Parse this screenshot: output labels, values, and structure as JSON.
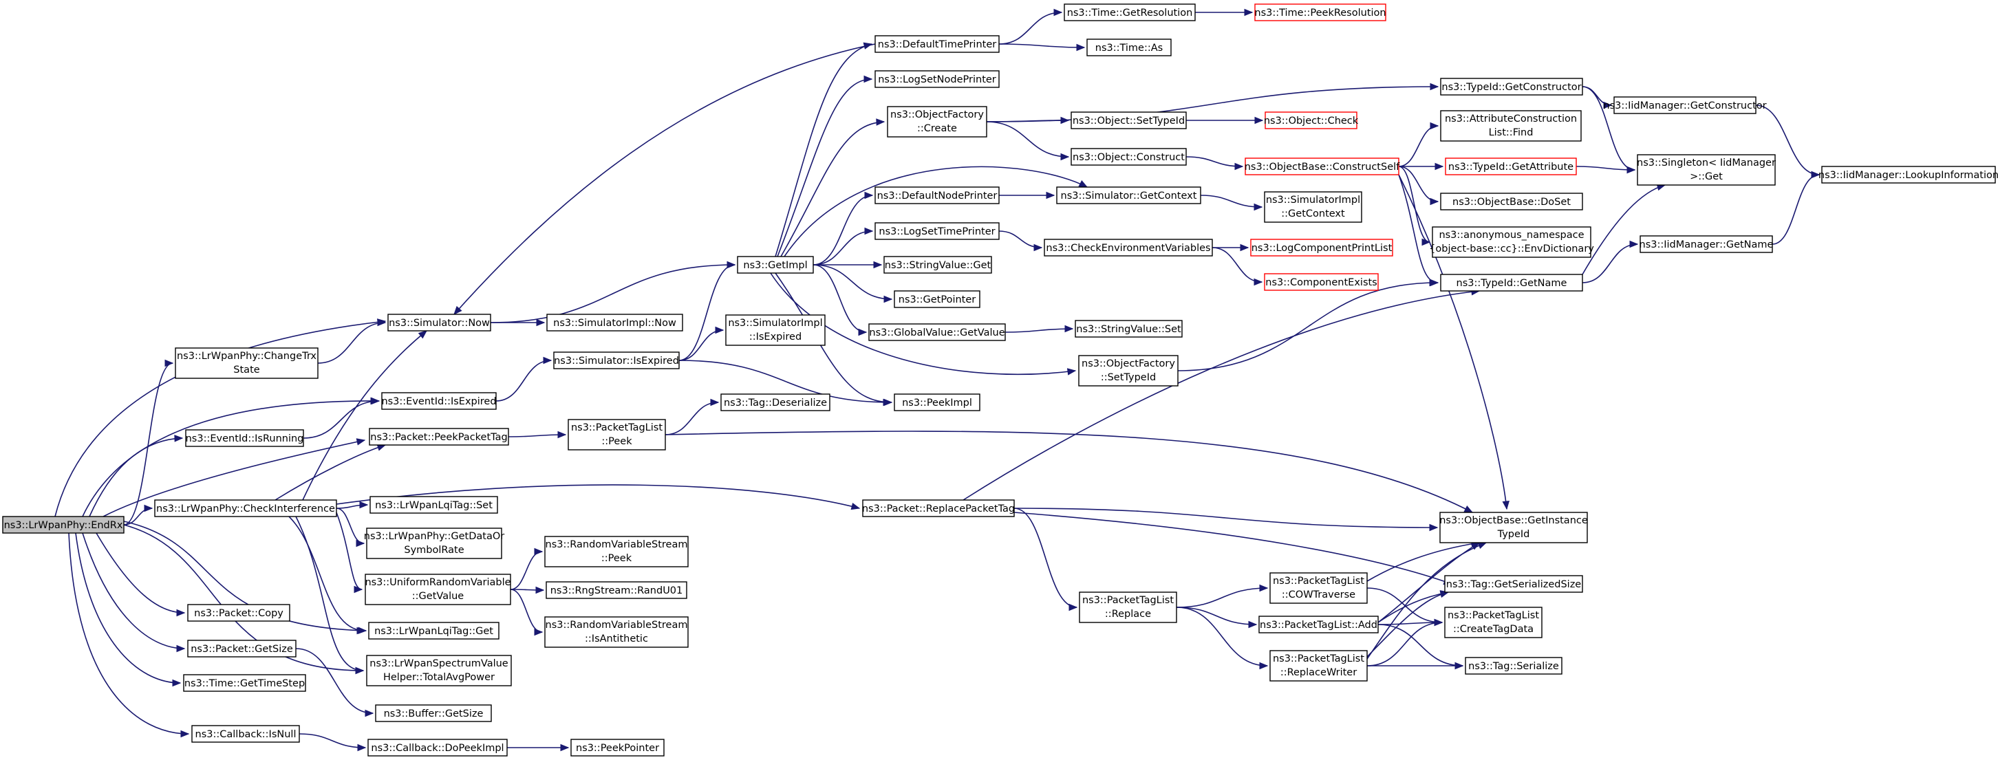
{
  "graph": {
    "colors": {
      "edge": "#191970",
      "node_border": "#000000",
      "truncated_border": "#ff0000",
      "root_fill": "#bfbfbf",
      "node_fill": "#ffffff"
    },
    "nodes": [
      {
        "id": "root",
        "label": [
          "ns3::LrWpanPhy::EndRx"
        ],
        "root": true
      },
      {
        "id": "simnow",
        "label": [
          "ns3::Simulator::Now"
        ]
      },
      {
        "id": "changetrx",
        "label": [
          "ns3::LrWpanPhy::ChangeTrx",
          "State"
        ]
      },
      {
        "id": "evexp",
        "label": [
          "ns3::EventId::IsExpired"
        ]
      },
      {
        "id": "evrun",
        "label": [
          "ns3::EventId::IsRunning"
        ]
      },
      {
        "id": "peekpt",
        "label": [
          "ns3::Packet::PeekPacketTag"
        ]
      },
      {
        "id": "checkint",
        "label": [
          "ns3::LrWpanPhy::CheckInterference"
        ]
      },
      {
        "id": "copy",
        "label": [
          "ns3::Packet::Copy"
        ]
      },
      {
        "id": "getsize",
        "label": [
          "ns3::Packet::GetSize"
        ]
      },
      {
        "id": "timestep",
        "label": [
          "ns3::Time::GetTimeStep"
        ]
      },
      {
        "id": "cbnull",
        "label": [
          "ns3::Callback::IsNull"
        ]
      },
      {
        "id": "lqiset",
        "label": [
          "ns3::LrWpanLqiTag::Set"
        ]
      },
      {
        "id": "datarate",
        "label": [
          "ns3::LrWpanPhy::GetDataOr",
          "SymbolRate"
        ]
      },
      {
        "id": "urvget",
        "label": [
          "ns3::UniformRandomVariable",
          "::GetValue"
        ]
      },
      {
        "id": "lqiget",
        "label": [
          "ns3::LrWpanLqiTag::Get"
        ]
      },
      {
        "id": "spectrum",
        "label": [
          "ns3::LrWpanSpectrumValue",
          "Helper::TotalAvgPower"
        ]
      },
      {
        "id": "bufsize",
        "label": [
          "ns3::Buffer::GetSize"
        ]
      },
      {
        "id": "dopeek",
        "label": [
          "ns3::Callback::DoPeekImpl"
        ]
      },
      {
        "id": "peekptr",
        "label": [
          "ns3::PeekPointer"
        ]
      },
      {
        "id": "simimplnow",
        "label": [
          "ns3::SimulatorImpl::Now"
        ]
      },
      {
        "id": "simexp",
        "label": [
          "ns3::Simulator::IsExpired"
        ]
      },
      {
        "id": "ptlpeek",
        "label": [
          "ns3::PacketTagList",
          "::Peek"
        ]
      },
      {
        "id": "rvpeek",
        "label": [
          "ns3::RandomVariableStream",
          "::Peek"
        ]
      },
      {
        "id": "randu01",
        "label": [
          "ns3::RngStream::RandU01"
        ]
      },
      {
        "id": "rvanti",
        "label": [
          "ns3::RandomVariableStream",
          "::IsAntithetic"
        ]
      },
      {
        "id": "getimpl",
        "label": [
          "ns3::GetImpl"
        ]
      },
      {
        "id": "simimplexp",
        "label": [
          "ns3::SimulatorImpl",
          "::IsExpired"
        ]
      },
      {
        "id": "tagdeser",
        "label": [
          "ns3::Tag::Deserialize"
        ]
      },
      {
        "id": "replacept",
        "label": [
          "ns3::Packet::ReplacePacketTag"
        ]
      },
      {
        "id": "deftime",
        "label": [
          "ns3::DefaultTimePrinter"
        ]
      },
      {
        "id": "logsetnode",
        "label": [
          "ns3::LogSetNodePrinter"
        ]
      },
      {
        "id": "ofcreate",
        "label": [
          "ns3::ObjectFactory",
          "::Create"
        ]
      },
      {
        "id": "defnode",
        "label": [
          "ns3::DefaultNodePrinter"
        ]
      },
      {
        "id": "logsettime",
        "label": [
          "ns3::LogSetTimePrinter"
        ]
      },
      {
        "id": "svget",
        "label": [
          "ns3::StringValue::Get"
        ]
      },
      {
        "id": "getptr",
        "label": [
          "ns3::GetPointer"
        ]
      },
      {
        "id": "gvget",
        "label": [
          "ns3::GlobalValue::GetValue"
        ]
      },
      {
        "id": "peekimpl",
        "label": [
          "ns3::PeekImpl"
        ]
      },
      {
        "id": "ofsettype",
        "label": [
          "ns3::ObjectFactory",
          "::SetTypeId"
        ]
      },
      {
        "id": "ptlreplace",
        "label": [
          "ns3::PacketTagList",
          "::Replace"
        ]
      },
      {
        "id": "timegetres",
        "label": [
          "ns3::Time::GetResolution"
        ]
      },
      {
        "id": "timeas",
        "label": [
          "ns3::Time::As"
        ]
      },
      {
        "id": "objsettype",
        "label": [
          "ns3::Object::SetTypeId"
        ]
      },
      {
        "id": "objconstruct",
        "label": [
          "ns3::Object::Construct"
        ]
      },
      {
        "id": "simgetctx",
        "label": [
          "ns3::Simulator::GetContext"
        ]
      },
      {
        "id": "checkenv",
        "label": [
          "ns3::CheckEnvironmentVariables"
        ]
      },
      {
        "id": "svset",
        "label": [
          "ns3::StringValue::Set"
        ]
      },
      {
        "id": "ptlcow",
        "label": [
          "ns3::PacketTagList",
          "::COWTraverse"
        ]
      },
      {
        "id": "ptladd",
        "label": [
          "ns3::PacketTagList::Add"
        ]
      },
      {
        "id": "ptlrw",
        "label": [
          "ns3::PacketTagList",
          "::ReplaceWriter"
        ]
      },
      {
        "id": "timepeekres",
        "label": [
          "ns3::Time::PeekResolution"
        ],
        "truncated": true
      },
      {
        "id": "objcheck",
        "label": [
          "ns3::Object::Check"
        ],
        "truncated": true
      },
      {
        "id": "obcs",
        "label": [
          "ns3::ObjectBase::ConstructSelf"
        ],
        "truncated": true
      },
      {
        "id": "simimplctx",
        "label": [
          "ns3::SimulatorImpl",
          "::GetContext"
        ]
      },
      {
        "id": "logcpl",
        "label": [
          "ns3::LogComponentPrintList"
        ],
        "truncated": true
      },
      {
        "id": "compexists",
        "label": [
          "ns3::ComponentExists"
        ],
        "truncated": true
      },
      {
        "id": "tidgetctor",
        "label": [
          "ns3::TypeId::GetConstructor"
        ]
      },
      {
        "id": "aclfind",
        "label": [
          "ns3::AttributeConstruction",
          "List::Find"
        ]
      },
      {
        "id": "tidgetattr",
        "label": [
          "ns3::TypeId::GetAttribute"
        ],
        "truncated": true
      },
      {
        "id": "obdoset",
        "label": [
          "ns3::ObjectBase::DoSet"
        ]
      },
      {
        "id": "envdict",
        "label": [
          "ns3::anonymous_namespace",
          "{object-base::cc}::EnvDictionary"
        ]
      },
      {
        "id": "tidgetname",
        "label": [
          "ns3::TypeId::GetName"
        ]
      },
      {
        "id": "obinst",
        "label": [
          "ns3::ObjectBase::GetInstance",
          "TypeId"
        ]
      },
      {
        "id": "taggetser",
        "label": [
          "ns3::Tag::GetSerializedSize"
        ]
      },
      {
        "id": "ptlcreate",
        "label": [
          "ns3::PacketTagList",
          "::CreateTagData"
        ]
      },
      {
        "id": "tagser",
        "label": [
          "ns3::Tag::Serialize"
        ]
      },
      {
        "id": "iidgetctor",
        "label": [
          "ns3::IidManager::GetConstructor"
        ]
      },
      {
        "id": "singleton",
        "label": [
          "ns3::Singleton< IidManager",
          ">::Get"
        ]
      },
      {
        "id": "iidgetname",
        "label": [
          "ns3::IidManager::GetName"
        ]
      },
      {
        "id": "iidlookup",
        "label": [
          "ns3::IidManager::LookupInformation"
        ]
      }
    ],
    "edges": [
      [
        "root",
        "simnow"
      ],
      [
        "root",
        "changetrx"
      ],
      [
        "root",
        "evexp"
      ],
      [
        "root",
        "evrun"
      ],
      [
        "root",
        "peekpt"
      ],
      [
        "root",
        "checkint"
      ],
      [
        "root",
        "copy"
      ],
      [
        "root",
        "getsize"
      ],
      [
        "root",
        "timestep"
      ],
      [
        "root",
        "cbnull"
      ],
      [
        "root",
        "lqiget"
      ],
      [
        "root",
        "spectrum"
      ],
      [
        "changetrx",
        "simnow"
      ],
      [
        "evrun",
        "evexp"
      ],
      [
        "checkint",
        "simnow"
      ],
      [
        "checkint",
        "peekpt"
      ],
      [
        "checkint",
        "lqiset"
      ],
      [
        "checkint",
        "datarate"
      ],
      [
        "checkint",
        "urvget"
      ],
      [
        "checkint",
        "lqiget"
      ],
      [
        "checkint",
        "spectrum"
      ],
      [
        "checkint",
        "replacept"
      ],
      [
        "getsize",
        "bufsize"
      ],
      [
        "cbnull",
        "dopeek"
      ],
      [
        "dopeek",
        "peekptr"
      ],
      [
        "simnow",
        "simimplnow"
      ],
      [
        "simnow",
        "getimpl"
      ],
      [
        "evexp",
        "simexp"
      ],
      [
        "simexp",
        "getimpl"
      ],
      [
        "simexp",
        "simimplexp"
      ],
      [
        "simexp",
        "peekimpl"
      ],
      [
        "peekpt",
        "ptlpeek"
      ],
      [
        "ptlpeek",
        "tagdeser"
      ],
      [
        "ptlpeek",
        "obinst"
      ],
      [
        "urvget",
        "rvpeek"
      ],
      [
        "urvget",
        "randu01"
      ],
      [
        "urvget",
        "rvanti"
      ],
      [
        "getimpl",
        "deftime"
      ],
      [
        "getimpl",
        "logsetnode"
      ],
      [
        "getimpl",
        "ofcreate"
      ],
      [
        "getimpl",
        "defnode"
      ],
      [
        "getimpl",
        "logsettime"
      ],
      [
        "getimpl",
        "svget"
      ],
      [
        "getimpl",
        "getptr"
      ],
      [
        "getimpl",
        "gvget"
      ],
      [
        "getimpl",
        "peekimpl"
      ],
      [
        "getimpl",
        "ofsettype"
      ],
      [
        "getimpl",
        "simgetctx"
      ],
      [
        "deftime",
        "simnow"
      ],
      [
        "deftime",
        "timegetres"
      ],
      [
        "deftime",
        "timeas"
      ],
      [
        "timegetres",
        "timepeekres"
      ],
      [
        "ofcreate",
        "tidgetctor"
      ],
      [
        "ofcreate",
        "objsettype"
      ],
      [
        "ofcreate",
        "objconstruct"
      ],
      [
        "objsettype",
        "objcheck"
      ],
      [
        "objconstruct",
        "obcs"
      ],
      [
        "defnode",
        "simgetctx"
      ],
      [
        "simgetctx",
        "simimplctx"
      ],
      [
        "logsettime",
        "checkenv"
      ],
      [
        "checkenv",
        "logcpl"
      ],
      [
        "checkenv",
        "compexists"
      ],
      [
        "gvget",
        "svset"
      ],
      [
        "ofsettype",
        "tidgetname"
      ],
      [
        "obcs",
        "aclfind"
      ],
      [
        "obcs",
        "tidgetattr"
      ],
      [
        "obcs",
        "obdoset"
      ],
      [
        "obcs",
        "envdict"
      ],
      [
        "obcs",
        "tidgetname"
      ],
      [
        "obcs",
        "obinst"
      ],
      [
        "tidgetattr",
        "singleton"
      ],
      [
        "tidgetctor",
        "iidgetctor"
      ],
      [
        "tidgetctor",
        "singleton"
      ],
      [
        "iidgetctor",
        "iidlookup"
      ],
      [
        "tidgetname",
        "iidgetname"
      ],
      [
        "tidgetname",
        "singleton"
      ],
      [
        "iidgetname",
        "iidlookup"
      ],
      [
        "replacept",
        "tidgetname"
      ],
      [
        "replacept",
        "obinst"
      ],
      [
        "replacept",
        "ptlreplace"
      ],
      [
        "replacept",
        "taggetser"
      ],
      [
        "ptlreplace",
        "ptlcow"
      ],
      [
        "ptlreplace",
        "ptladd"
      ],
      [
        "ptlreplace",
        "ptlrw"
      ],
      [
        "ptlcow",
        "obinst"
      ],
      [
        "ptlcow",
        "ptlcreate"
      ],
      [
        "ptladd",
        "obinst"
      ],
      [
        "ptladd",
        "taggetser"
      ],
      [
        "ptladd",
        "ptlcreate"
      ],
      [
        "ptladd",
        "tagser"
      ],
      [
        "ptlrw",
        "obinst"
      ],
      [
        "ptlrw",
        "taggetser"
      ],
      [
        "ptlrw",
        "ptlcreate"
      ],
      [
        "ptlrw",
        "tagser"
      ]
    ]
  }
}
